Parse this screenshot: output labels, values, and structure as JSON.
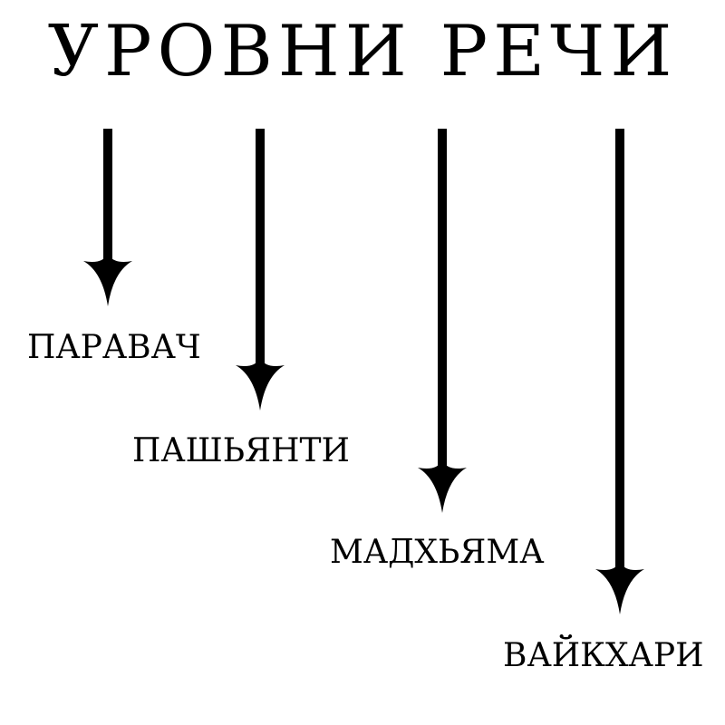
{
  "title": "УРОВНИ РЕЧИ",
  "levels": [
    {
      "label": "ПАРАВАЧ"
    },
    {
      "label": "ПАШЬЯНТИ"
    },
    {
      "label": "МАДХЬЯМА"
    },
    {
      "label": "ВАЙКХАРИ"
    }
  ],
  "colors": {
    "ink": "#000000",
    "background": "#ffffff"
  }
}
